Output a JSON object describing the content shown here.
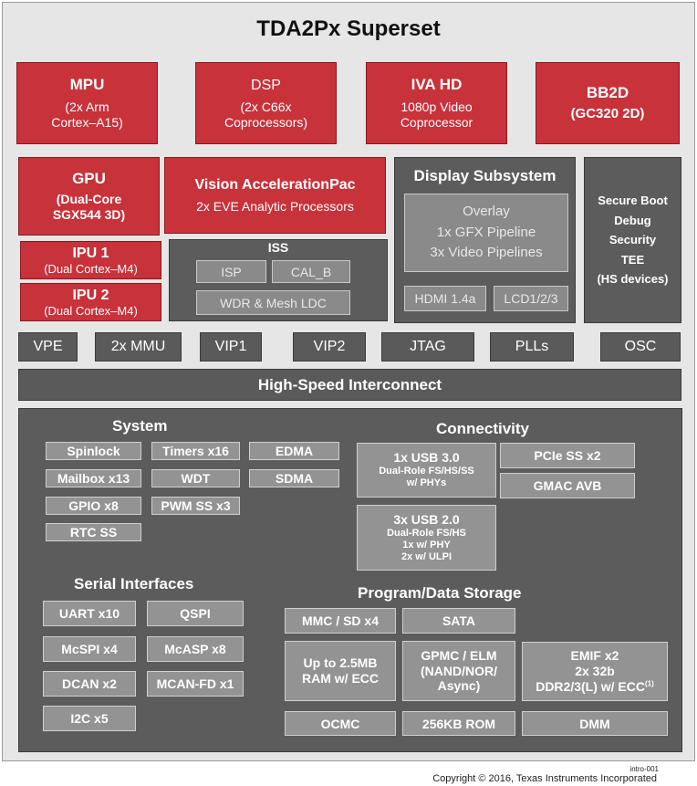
{
  "title": "TDA2Px Superset",
  "cores": {
    "mpu": {
      "name": "MPU",
      "line1": "(2x Arm",
      "line2": "Cortex–A15)"
    },
    "dsp": {
      "name": "DSP",
      "line1": "(2x C66x",
      "line2": "Coprocessors)"
    },
    "iva": {
      "name": "IVA HD",
      "line1": "1080p Video",
      "line2": "Coprocessor"
    },
    "bb2d": {
      "name": "BB2D",
      "line1": "(GC320 2D)"
    },
    "gpu": {
      "name": "GPU",
      "line1": "(Dual-Core",
      "line2": "SGX544 3D)"
    },
    "vision": {
      "name": "Vision AccelerationPac",
      "line1": "2x EVE Analytic Processors"
    },
    "ipu1": {
      "name": "IPU 1",
      "line1": "(Dual Cortex–M4)"
    },
    "ipu2": {
      "name": "IPU 2",
      "line1": "(Dual Cortex–M4)"
    }
  },
  "iss": {
    "label": "ISS",
    "isp": "ISP",
    "cal_b": "CAL_B",
    "wdr": "WDR & Mesh LDC"
  },
  "display": {
    "label": "Display Subsystem",
    "overlay": "Overlay",
    "gfx": "1x GFX Pipeline",
    "video": "3x Video Pipelines",
    "hdmi": "HDMI 1.4a",
    "lcd": "LCD1/2/3"
  },
  "security": {
    "line1": "Secure Boot",
    "line2": "Debug",
    "line3": "Security",
    "line4": "TEE",
    "line5": "(HS devices)"
  },
  "strip": [
    "VPE",
    "2x MMU",
    "VIP1",
    "VIP2",
    "JTAG",
    "PLLs",
    "OSC"
  ],
  "interconnect": "High-Speed Interconnect",
  "system": {
    "label": "System",
    "items": [
      "Spinlock",
      "Timers x16",
      "EDMA",
      "Mailbox x13",
      "WDT",
      "SDMA",
      "GPIO x8",
      "PWM SS x3",
      "RTC SS"
    ]
  },
  "connectivity": {
    "label": "Connectivity",
    "usb3": {
      "title": "1x USB 3.0",
      "line1": "Dual-Role FS/HS/SS",
      "line2": "w/ PHYs"
    },
    "usb2": {
      "title": "3x USB 2.0",
      "line1": "Dual-Role FS/HS",
      "line2": "1x w/ PHY",
      "line3": "2x w/ ULPI"
    },
    "pcie": "PCIe SS x2",
    "gmac": "GMAC AVB"
  },
  "serial": {
    "label": "Serial Interfaces",
    "items": [
      "UART x10",
      "QSPI",
      "McSPI x4",
      "McASP x8",
      "DCAN x2",
      "MCAN-FD x1",
      "I2C x5"
    ]
  },
  "storage": {
    "label": "Program/Data Storage",
    "mmc": "MMC / SD x4",
    "sata": "SATA",
    "ram": {
      "line1": "Up to 2.5MB",
      "line2": "RAM w/ ECC"
    },
    "gpmc": {
      "line1": "GPMC / ELM",
      "line2": "(NAND/NOR/",
      "line3": "Async)"
    },
    "emif": {
      "line1": "EMIF x2",
      "line2": "2x 32b",
      "line3": "DDR2/3(L) w/ ECC",
      "sup": "(1)"
    },
    "ocmc": "OCMC",
    "rom": "256KB ROM",
    "dmm": "DMM"
  },
  "footer": {
    "code": "intro-001",
    "copyright": "Copyright © 2016, Texas Instruments Incorporated"
  }
}
